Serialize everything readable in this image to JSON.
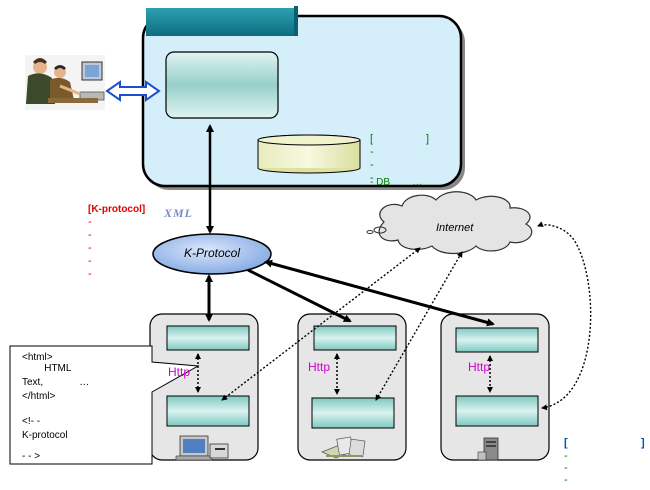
{
  "server": {
    "title": "",
    "db_notes": {
      "bracket_open": "[",
      "bracket_close": "]",
      "lines": [
        "-",
        "-",
        "-",
        "- DB        …"
      ]
    }
  },
  "kprotocol_notes": {
    "header": "[K-protocol]",
    "lines": [
      "-",
      "-",
      "-",
      "-",
      "-"
    ]
  },
  "xml_label": "XML",
  "kprotocol_hub": {
    "label": "K-Protocol"
  },
  "internet": {
    "label": "Internet"
  },
  "clients": [
    {
      "http_label": "Http"
    },
    {
      "http_label": "Http"
    },
    {
      "http_label": "Http"
    }
  ],
  "callout": {
    "lines": [
      "<html>",
      "        HTML",
      "Text,             …",
      "</html>",
      "",
      "<!- -",
      "K-protocol",
      "",
      "- - >"
    ]
  },
  "client_notes": {
    "bracket_open": "[",
    "bracket_close": "]",
    "lines": [
      "-",
      "-",
      "-"
    ]
  },
  "colors": {
    "server_fill": "#d4eefa",
    "tab_fill": "#0f7a8c",
    "box_fill": "#a6d9d4",
    "hub_fill": "#a8c4f0",
    "cloud_fill": "#e4e4e4",
    "client_fill": "#e6e6e6"
  }
}
